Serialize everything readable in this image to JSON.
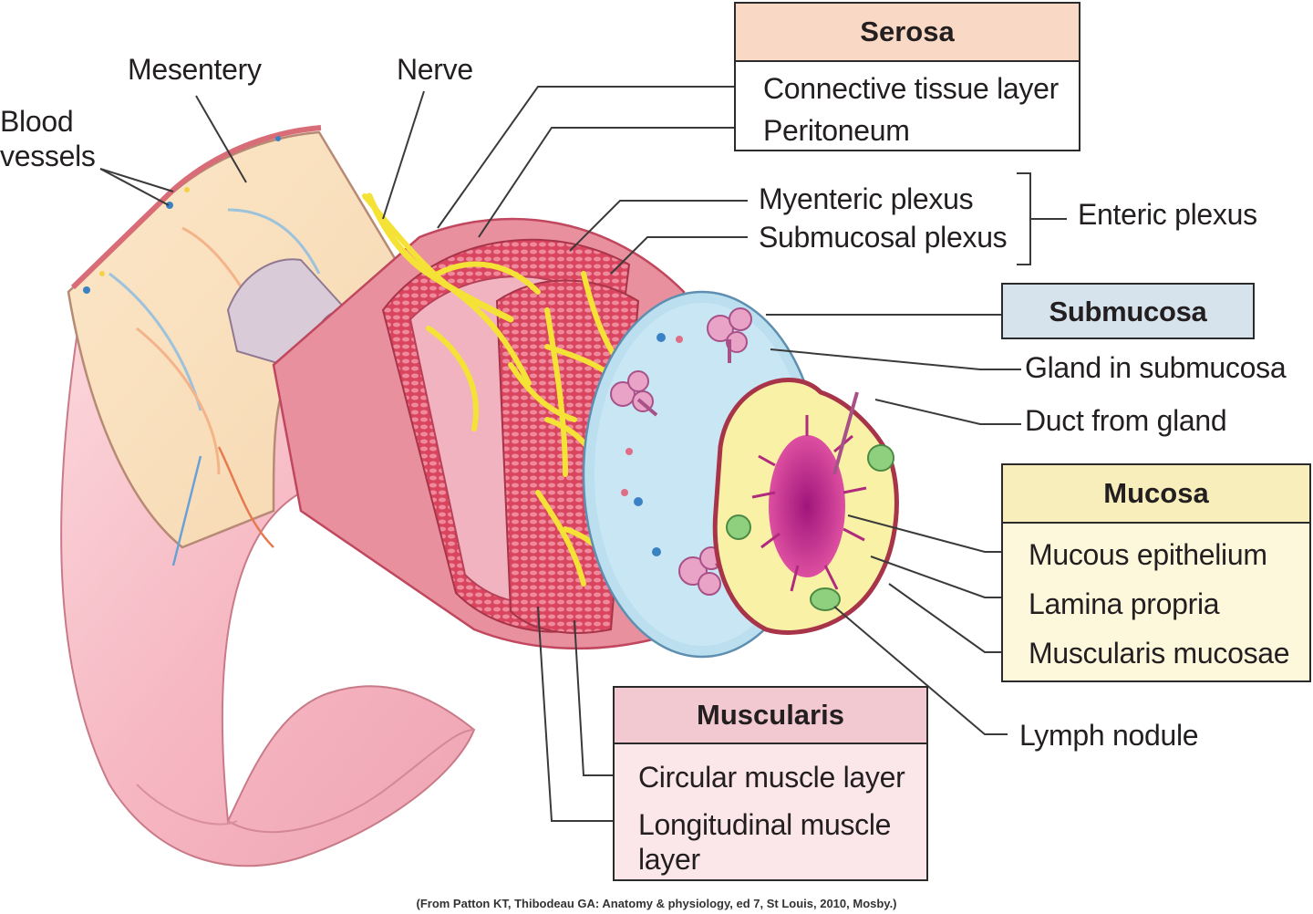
{
  "serosa": {
    "title": "Serosa",
    "items": [
      "Connective tissue layer",
      "Peritoneum"
    ]
  },
  "submucosa": {
    "title": "Submucosa"
  },
  "mucosa": {
    "title": "Mucosa",
    "items": [
      "Mucous epithelium",
      "Lamina propria",
      "Muscularis mucosae"
    ]
  },
  "muscularis": {
    "title": "Muscularis",
    "items": [
      "Circular muscle layer",
      "Longitudinal muscle",
      "layer"
    ]
  },
  "labels": {
    "mesentery": "Mesentery",
    "nerve": "Nerve",
    "blood_vessels_1": "Blood",
    "blood_vessels_2": "vessels",
    "myenteric": "Myenteric plexus",
    "submucosal": "Submucosal plexus",
    "enteric": "Enteric plexus",
    "gland": "Gland in submucosa",
    "duct": "Duct from gland",
    "lymph": "Lymph nodule"
  },
  "caption": "(From Patton KT, Thibodeau GA: Anatomy & physiology, ed 7, St Louis, 2010, Mosby.)",
  "colors": {
    "serosa": "#f9d9c5",
    "submucosa": "#d7e3ec",
    "mucosa": "#f8eebc",
    "muscularis": "#f3c9d1",
    "muscle": "#e0506a",
    "nerve": "#f5e236",
    "submucosa_tissue": "#bcdff0"
  }
}
